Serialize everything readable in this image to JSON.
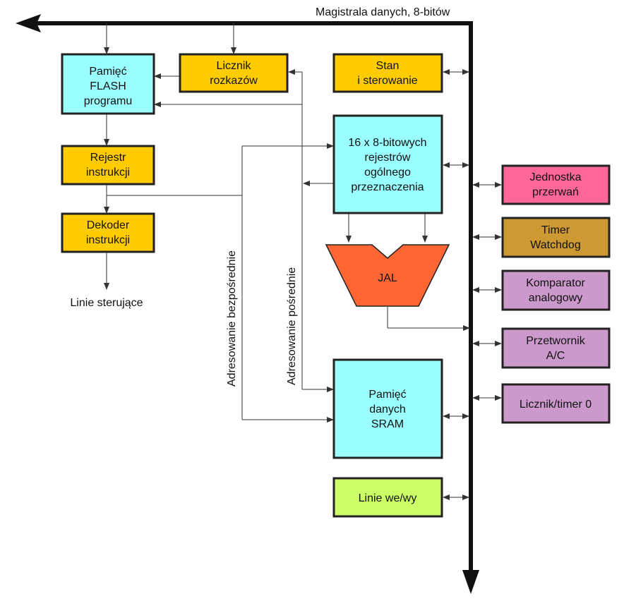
{
  "bus_label": "Magistrala danych, 8-bitów",
  "control_lines_label": "Linie sterujące",
  "direct_addressing_label": "Adresowanie bezpośrednie",
  "indirect_addressing_label": "Adresowanie pośrednie",
  "blocks": {
    "flash": {
      "lines": [
        "Pamięć",
        "FLASH",
        "programu"
      ],
      "color": "#99ffff"
    },
    "pc": {
      "lines": [
        "Licznik",
        "rozkazów"
      ],
      "color": "#ffcc00"
    },
    "status": {
      "lines": [
        "Stan",
        "i sterowanie"
      ],
      "color": "#ffcc00"
    },
    "ir": {
      "lines": [
        "Rejestr",
        "instrukcji"
      ],
      "color": "#ffcc00"
    },
    "decoder": {
      "lines": [
        "Dekoder",
        "instrukcji"
      ],
      "color": "#ffcc00"
    },
    "registers": {
      "lines": [
        "16 x 8-bitowych",
        "rejestrów",
        "ogólnego",
        "przeznaczenia"
      ],
      "color": "#99ffff"
    },
    "alu": {
      "lines": [
        "JAL"
      ],
      "color": "#ff6633"
    },
    "sram": {
      "lines": [
        "Pamięć",
        "danych",
        "SRAM"
      ],
      "color": "#99ffff"
    },
    "io": {
      "lines": [
        "Linie we/wy"
      ],
      "color": "#ccff66"
    },
    "interrupt": {
      "lines": [
        "Jednostka",
        "przerwań"
      ],
      "color": "#ff6699"
    },
    "watchdog": {
      "lines": [
        "Timer",
        "Watchdog"
      ],
      "color": "#cc9933"
    },
    "comparator": {
      "lines": [
        "Komparator",
        "analogowy"
      ],
      "color": "#cc99cc"
    },
    "adc": {
      "lines": [
        "Przetwornik",
        "A/C"
      ],
      "color": "#cc99cc"
    },
    "timer0": {
      "lines": [
        "Licznik/timer 0"
      ],
      "color": "#cc99cc"
    }
  }
}
